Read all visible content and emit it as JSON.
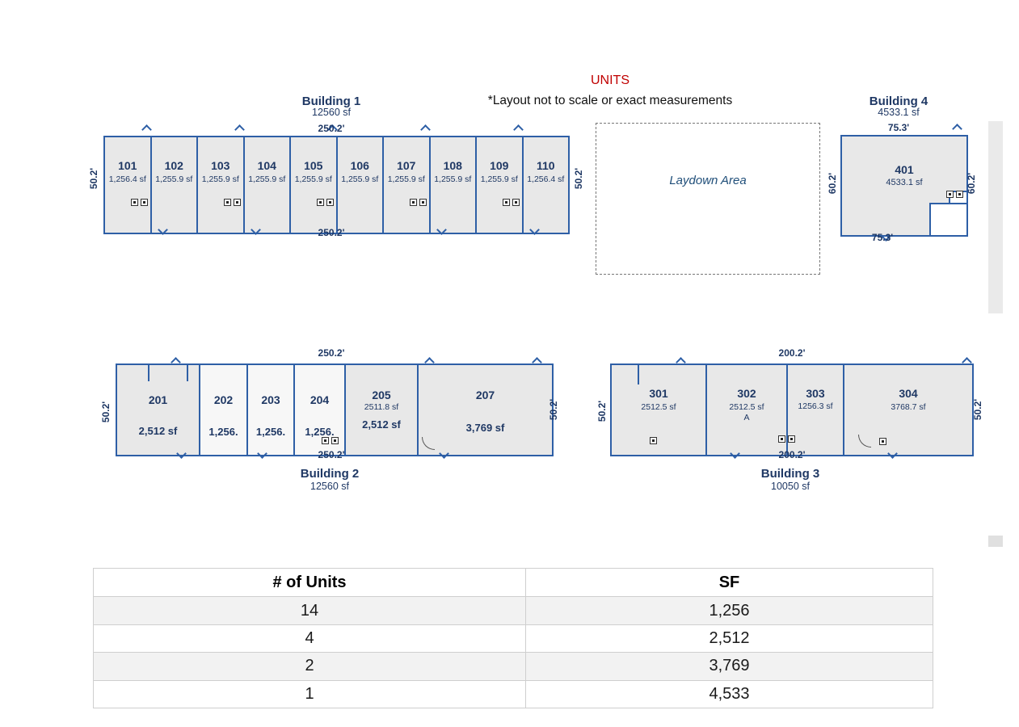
{
  "header": {
    "title": "UNITS",
    "subtitle": "*Layout not to scale or exact measurements"
  },
  "laydown_area": {
    "label": "Laydown Area"
  },
  "buildings": {
    "b1": {
      "name": "Building 1",
      "total_sf": "12560 sf",
      "dim_top": "250.2'",
      "dim_bottom": "250.2'",
      "dim_left": "50.2'",
      "dim_right": "50.2'",
      "units": [
        {
          "id": "101",
          "sf": "1,256.4 sf"
        },
        {
          "id": "102",
          "sf": "1,255.9 sf"
        },
        {
          "id": "103",
          "sf": "1,255.9 sf"
        },
        {
          "id": "104",
          "sf": "1,255.9 sf"
        },
        {
          "id": "105",
          "sf": "1,255.9 sf"
        },
        {
          "id": "106",
          "sf": "1,255.9 sf"
        },
        {
          "id": "107",
          "sf": "1,255.9 sf"
        },
        {
          "id": "108",
          "sf": "1,255.9 sf"
        },
        {
          "id": "109",
          "sf": "1,255.9 sf"
        },
        {
          "id": "110",
          "sf": "1,256.4 sf"
        }
      ]
    },
    "b2": {
      "name": "Building 2",
      "total_sf": "12560 sf",
      "dim_top": "250.2'",
      "dim_bottom": "250.2'",
      "dim_left": "50.2'",
      "dim_right": "50.2'",
      "units": [
        {
          "id": "201",
          "sf": "2,512 sf"
        },
        {
          "id": "202",
          "sf": "1,256."
        },
        {
          "id": "203",
          "sf": "1,256."
        },
        {
          "id": "204",
          "sf": "1,256."
        },
        {
          "id": "205",
          "sf_detail": "2511.8 sf",
          "sf": "2,512 sf"
        },
        {
          "id": "207",
          "sf": "3,769 sf"
        }
      ]
    },
    "b3": {
      "name": "Building 3",
      "total_sf": "10050 sf",
      "dim_top": "200.2'",
      "dim_bottom": "200.2'",
      "dim_left": "50.2'",
      "dim_right": "50.2'",
      "units": [
        {
          "id": "301",
          "sf": "2512.5 sf"
        },
        {
          "id": "302",
          "sf": "2512.5 sf",
          "note": "A"
        },
        {
          "id": "303",
          "sf": "1256.3 sf"
        },
        {
          "id": "304",
          "sf": "3768.7 sf"
        }
      ]
    },
    "b4": {
      "name": "Building 4",
      "total_sf": "4533.1 sf",
      "dim_top": "75.3'",
      "dim_bottom": "75.3'",
      "dim_left": "60.2'",
      "dim_right": "60.2'",
      "units": [
        {
          "id": "401",
          "sf": "4533.1 sf"
        }
      ]
    }
  },
  "summary_table": {
    "headers": [
      "# of Units",
      "SF"
    ],
    "rows": [
      {
        "units": "14",
        "sf": "1,256"
      },
      {
        "units": "4",
        "sf": "2,512"
      },
      {
        "units": "2",
        "sf": "3,769"
      },
      {
        "units": "1",
        "sf": "4,533"
      }
    ]
  },
  "colors": {
    "wall_blue": "#2e5fa6",
    "unit_fill": "#e8e8e8",
    "label_navy": "#1f3864",
    "title_red": "#c00000",
    "laydown_text": "#1f4e79"
  }
}
